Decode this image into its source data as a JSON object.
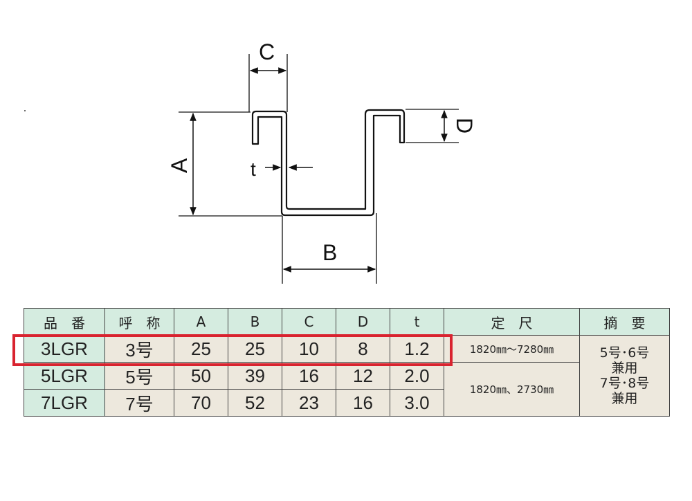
{
  "diagram": {
    "title": "Cross-section dimension diagram",
    "labels": {
      "A": "A",
      "B": "B",
      "C": "C",
      "D": "D",
      "t": "t"
    }
  },
  "table": {
    "headers": {
      "part_no": "品　番",
      "nominal": "呼　称",
      "A": "A",
      "B": "B",
      "C": "C",
      "D": "D",
      "t": "t",
      "length": "定　尺",
      "remarks": "摘　要"
    },
    "rows": [
      {
        "part_no": "3LGR",
        "nominal": "3号",
        "A": "25",
        "B": "25",
        "C": "10",
        "D": "8",
        "t": "1.2"
      },
      {
        "part_no": "5LGR",
        "nominal": "5号",
        "A": "50",
        "B": "39",
        "C": "16",
        "D": "12",
        "t": "2.0"
      },
      {
        "part_no": "7LGR",
        "nominal": "7号",
        "A": "70",
        "B": "52",
        "C": "23",
        "D": "16",
        "t": "3.0"
      }
    ],
    "length_values": [
      "1820㎜〜7280㎜",
      "1820㎜、2730㎜"
    ],
    "remarks_lines": [
      "5号･6号",
      "兼用",
      "7号･8号",
      "兼用"
    ],
    "highlighted_row": "3LGR"
  },
  "colors": {
    "header_bg": "#d5ece0",
    "cell_bg": "#ede8dd",
    "highlight": "#d9232f"
  }
}
